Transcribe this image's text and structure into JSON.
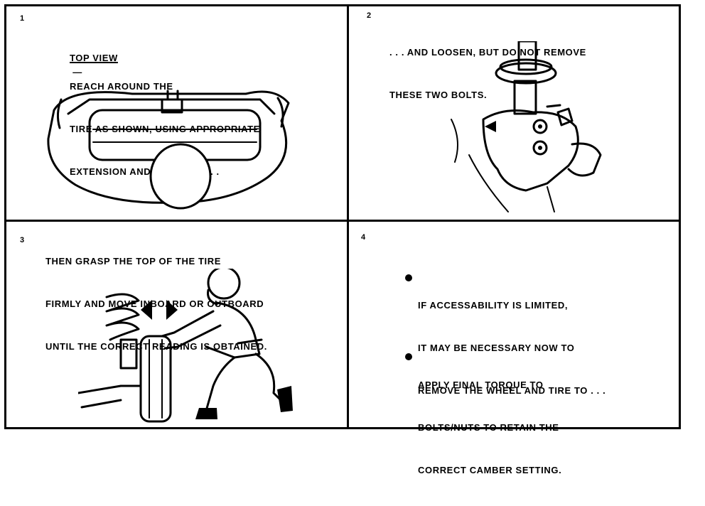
{
  "panels": [
    {
      "number": "1",
      "caption_lead": "TOP VIEW",
      "caption_dash": " — ",
      "caption_line1_rest": "REACH AROUND THE",
      "caption_line2": "TIRE AS SHOWN, USING APPROPRIATE",
      "caption_line3": "EXTENSION AND SOCKETS . . ."
    },
    {
      "number": "2",
      "caption_line1": ". . . AND LOOSEN, BUT DO NOT REMOVE",
      "caption_line2": "THESE TWO BOLTS."
    },
    {
      "number": "3",
      "caption_line1": "THEN GRASP THE TOP OF THE TIRE",
      "caption_line2": "FIRMLY AND MOVE INBOARD OR OUTBOARD",
      "caption_line3": "UNTIL THE CORRECT READING IS OBTAINED."
    },
    {
      "number": "4",
      "bullet1_line1": "IF ACCESSABILITY IS LIMITED,",
      "bullet1_line2": "IT MAY BE NECESSARY NOW TO",
      "bullet1_line3": "REMOVE THE WHEEL AND TIRE TO . . .",
      "bullet2_line1": "APPLY FINAL TORQUE TO",
      "bullet2_line2": "BOLTS/NUTS TO RETAIN THE",
      "bullet2_line3": "CORRECT CAMBER SETTING."
    }
  ],
  "colors": {
    "ink": "#000000",
    "paper": "#ffffff"
  }
}
